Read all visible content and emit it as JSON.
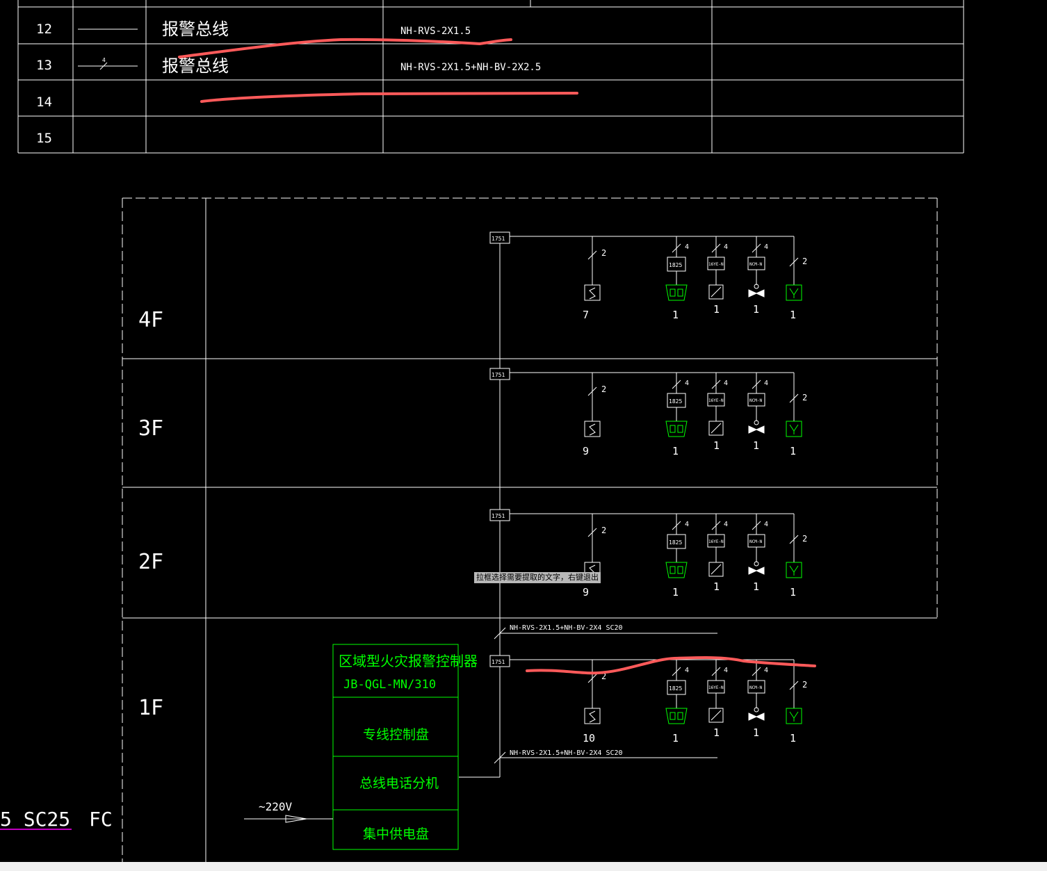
{
  "legend_table": {
    "rows": [
      {
        "no": "12",
        "symbol": "plain-line",
        "name": "报警总线",
        "spec": "NH-RVS-2X1.5"
      },
      {
        "no": "13",
        "symbol": "slashed-line-4",
        "name": "报警总线",
        "spec": "NH-RVS-2X1.5+NH-BV-2X2.5"
      },
      {
        "no": "14",
        "symbol": "",
        "name": "",
        "spec": ""
      },
      {
        "no": "15",
        "symbol": "",
        "name": "",
        "spec": ""
      }
    ]
  },
  "floors": [
    {
      "label": "4F",
      "module": "1751",
      "counts": {
        "detector": "7",
        "manual": "1",
        "hydrant": "1",
        "valve": "1",
        "alarm": "1"
      }
    },
    {
      "label": "3F",
      "module": "1751",
      "counts": {
        "detector": "9",
        "manual": "1",
        "hydrant": "1",
        "valve": "1",
        "alarm": "1"
      }
    },
    {
      "label": "2F",
      "module": "1751",
      "counts": {
        "detector": "9",
        "manual": "1",
        "hydrant": "1",
        "valve": "1",
        "alarm": "1"
      }
    },
    {
      "label": "1F",
      "module": "1751",
      "counts": {
        "detector": "10",
        "manual": "1",
        "hydrant": "1",
        "valve": "1",
        "alarm": "1"
      }
    }
  ],
  "branch": {
    "wire_count_2": "2",
    "wire_count_4": "4",
    "module_1825": "1825",
    "module_hydrant": "16YE-N",
    "module_valve": "NCM-N"
  },
  "cable_labels": {
    "top": "NH-RVS-2X1.5+NH-BV-2X4 SC20",
    "bottom": "NH-RVS-2X1.5+NH-BV-2X4 SC20"
  },
  "controller": {
    "title": "区域型火灾报警控制器",
    "model": "JB-QGL-MN/310",
    "panels": [
      "专线控制盘",
      "总线电话分机",
      "集中供电盘"
    ]
  },
  "power": {
    "label": "~220V"
  },
  "left_edge": {
    "text_a": "5 SC25",
    "text_b": "FC"
  },
  "tooltip": {
    "text": "拉框选择需要提取的文字，右键退出"
  },
  "colors": {
    "line": "#ffffff",
    "device": "#00ff00",
    "markup": "#ff5a5a",
    "magenta": "#c000c0",
    "bg": "#000000"
  }
}
